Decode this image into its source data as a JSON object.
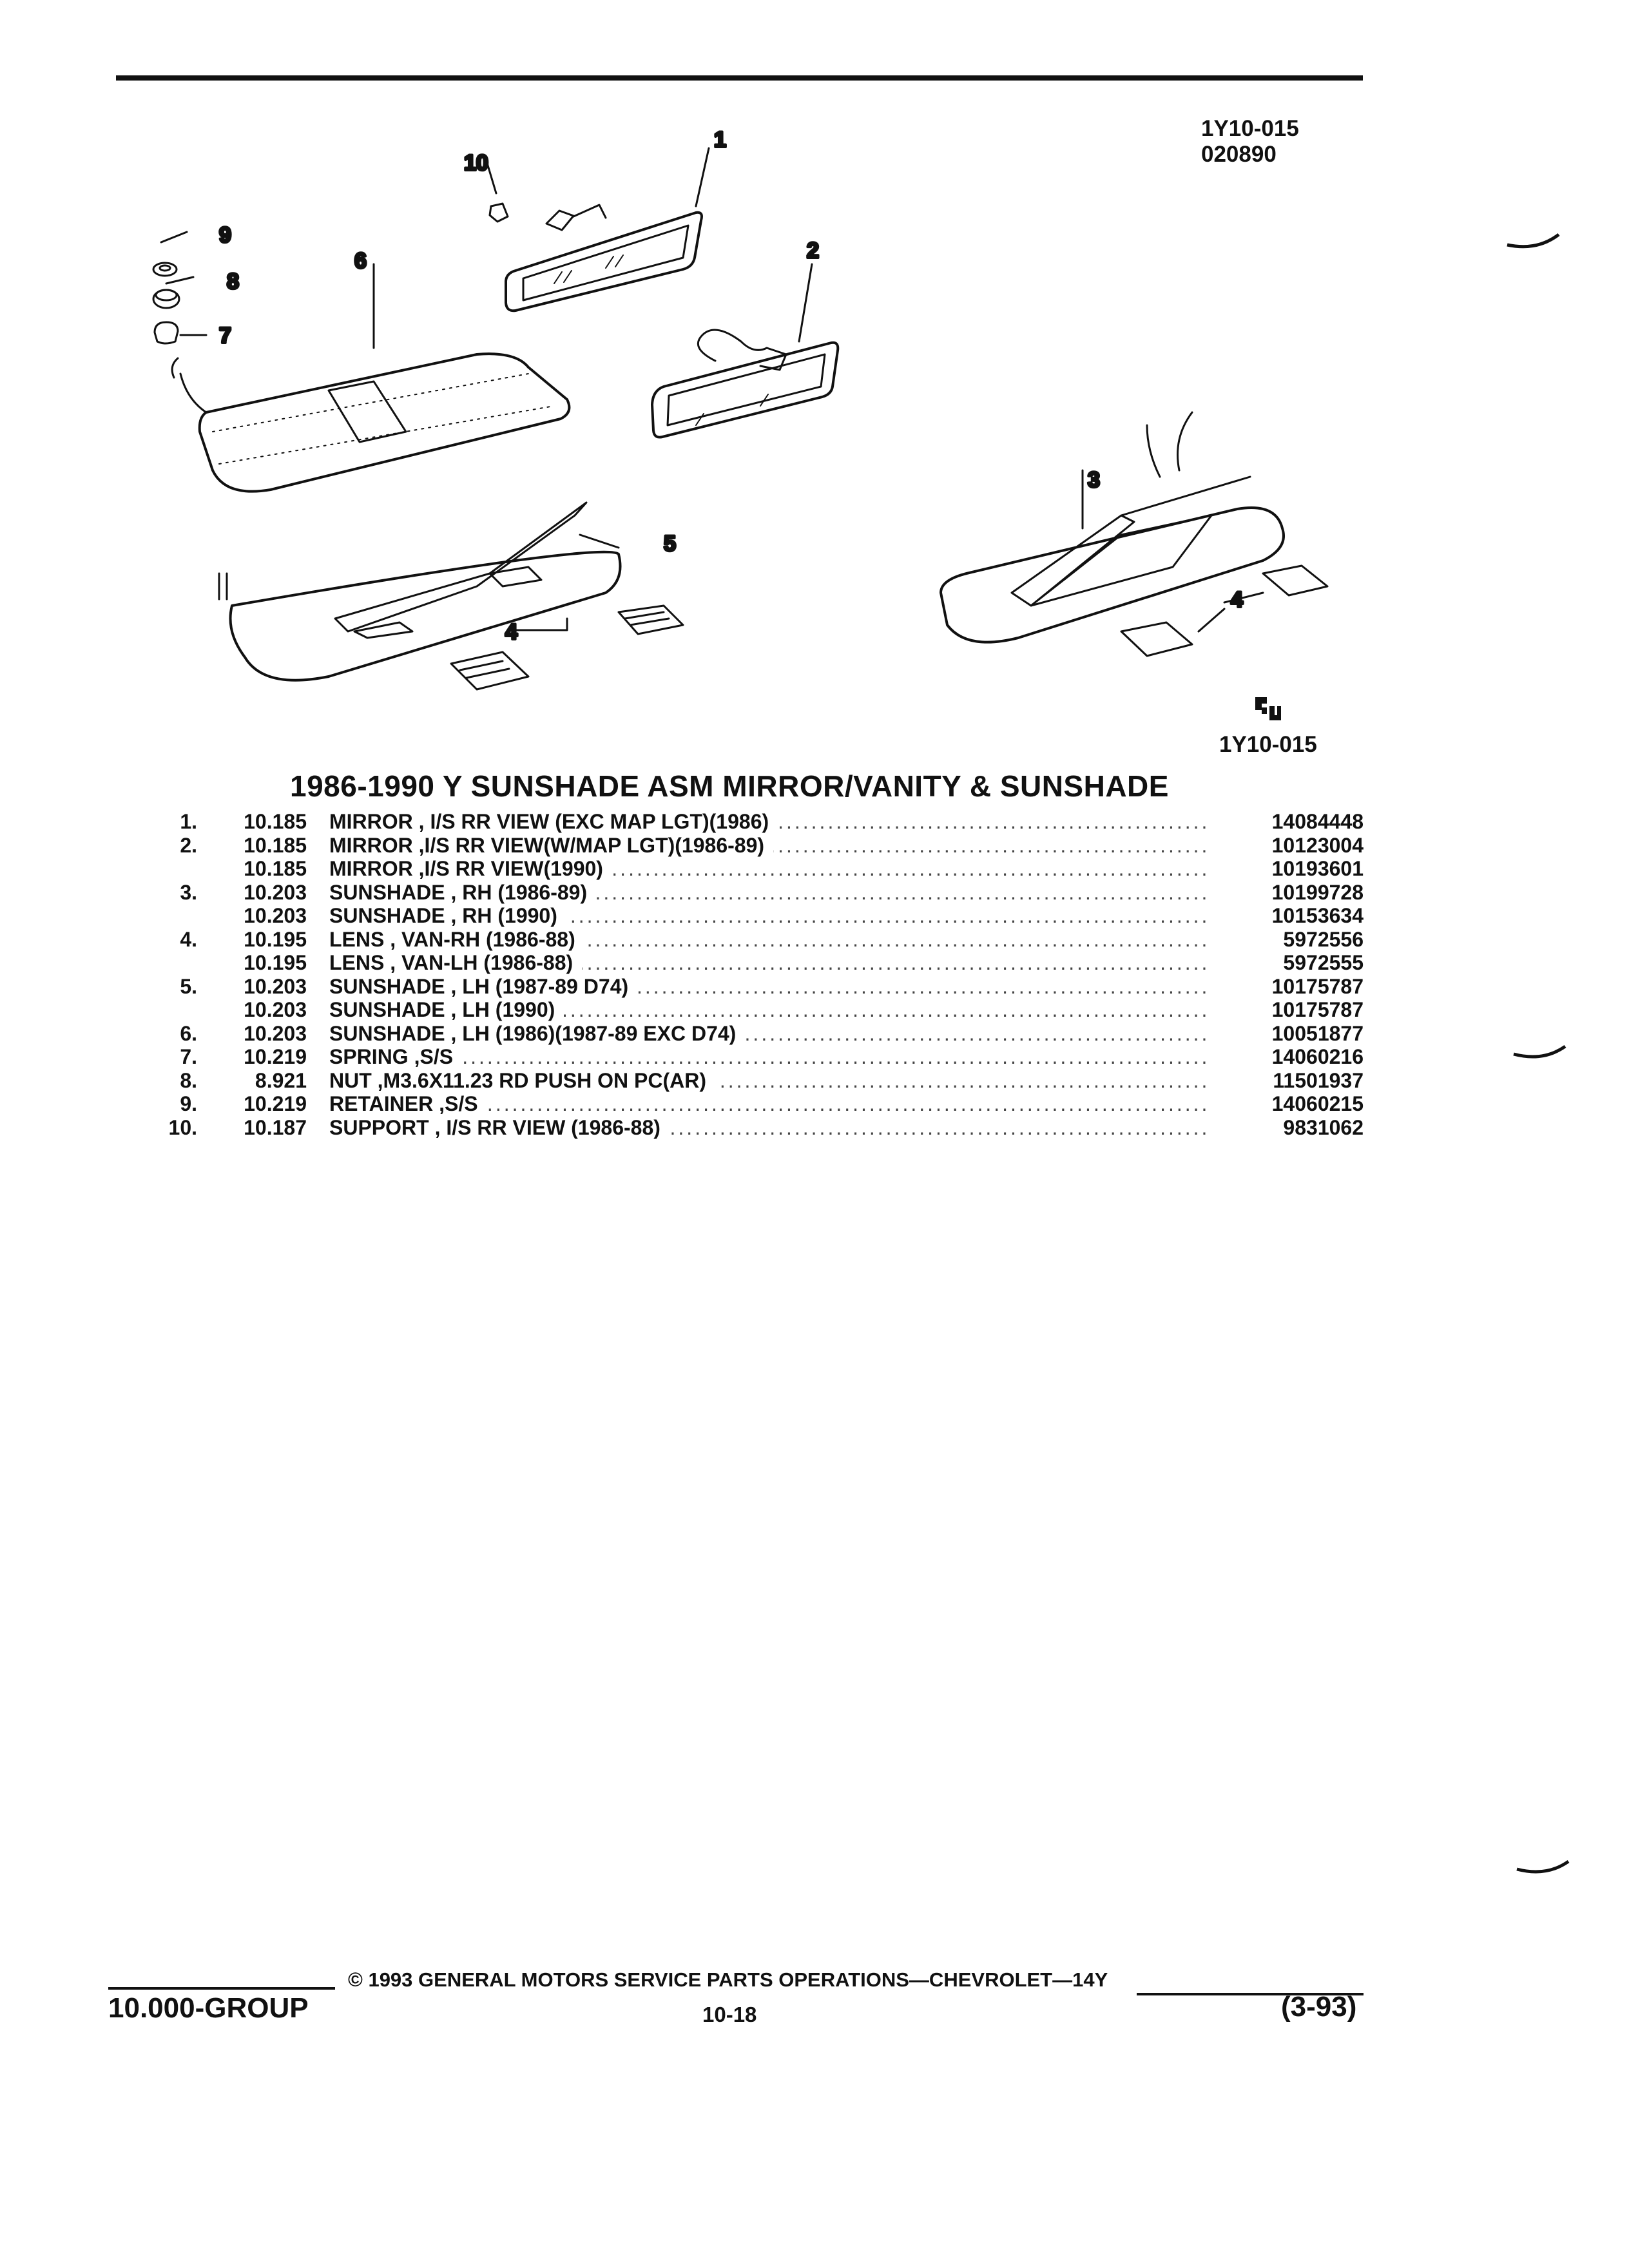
{
  "header": {
    "diagram_id": "1Y10-015",
    "diagram_date": "020890"
  },
  "illustration": {
    "callouts": [
      "1",
      "2",
      "3",
      "4",
      "4",
      "5",
      "6",
      "7",
      "8",
      "9",
      "10"
    ],
    "reference_id": "1Y10-015",
    "logo_icon": "gm-service-parts-logo-icon"
  },
  "section_title": "1986-1990 Y SUNSHADE ASM MIRROR/VANITY & SUNSHADE",
  "parts": [
    {
      "item": "1.",
      "group": "10.185",
      "description": "MIRROR , I/S RR VIEW (EXC MAP LGT)(1986)",
      "part_no": "14084448"
    },
    {
      "item": "2.",
      "group": "10.185",
      "description": "MIRROR ,I/S RR VIEW(W/MAP LGT)(1986-89)",
      "part_no": "10123004"
    },
    {
      "item": "",
      "group": "10.185",
      "description": "MIRROR ,I/S RR VIEW(1990)",
      "part_no": "10193601"
    },
    {
      "item": "3.",
      "group": "10.203",
      "description": "SUNSHADE , RH (1986-89)",
      "part_no": "10199728"
    },
    {
      "item": "",
      "group": "10.203",
      "description": "SUNSHADE , RH (1990)",
      "part_no": "10153634"
    },
    {
      "item": "4.",
      "group": "10.195",
      "description": "LENS , VAN-RH (1986-88)",
      "part_no": "5972556"
    },
    {
      "item": "",
      "group": "10.195",
      "description": "LENS , VAN-LH (1986-88)",
      "part_no": "5972555"
    },
    {
      "item": "5.",
      "group": "10.203",
      "description": "SUNSHADE , LH (1987-89 D74)",
      "part_no": "10175787"
    },
    {
      "item": "",
      "group": "10.203",
      "description": "SUNSHADE , LH (1990)",
      "part_no": "10175787"
    },
    {
      "item": "6.",
      "group": "10.203",
      "description": "SUNSHADE , LH (1986)(1987-89 EXC D74)",
      "part_no": "10051877"
    },
    {
      "item": "7.",
      "group": "10.219",
      "description": "SPRING ,S/S",
      "part_no": "14060216"
    },
    {
      "item": "8.",
      "group": "8.921",
      "description": "NUT ,M3.6X11.23 RD PUSH ON PC(AR)",
      "part_no": "11501937"
    },
    {
      "item": "9.",
      "group": "10.219",
      "description": "RETAINER ,S/S",
      "part_no": "14060215"
    },
    {
      "item": "10.",
      "group": "10.187",
      "description": "SUPPORT , I/S RR VIEW (1986-88)",
      "part_no": "9831062"
    }
  ],
  "footer": {
    "copyright": "© 1993 GENERAL MOTORS SERVICE PARTS OPERATIONS—CHEVROLET—14Y",
    "group": "10.000-GROUP",
    "page": "10-18",
    "date_code": "(3-93)"
  }
}
